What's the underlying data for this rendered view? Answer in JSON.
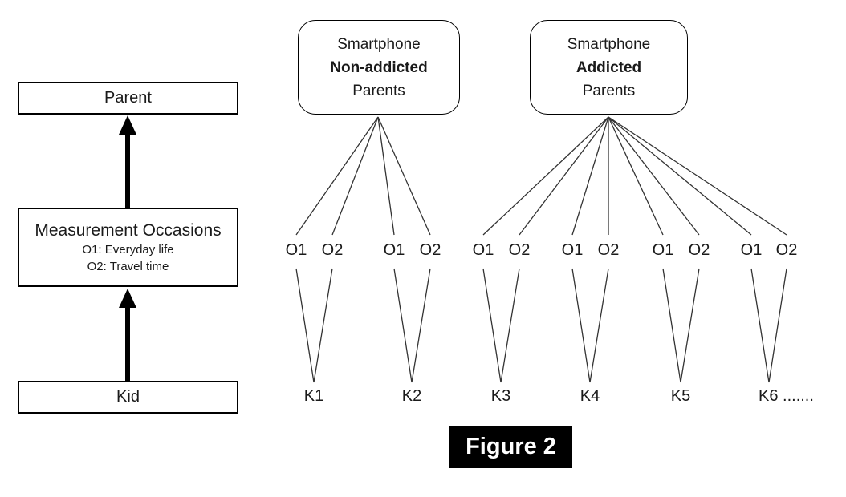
{
  "figure": {
    "caption": "Figure 2",
    "colors": {
      "line": "#333333",
      "arrow": "#000000",
      "text": "#1a1a1a",
      "caption_bg": "#000000",
      "caption_text": "#ffffff"
    }
  },
  "left_panel": {
    "parent_label": "Parent",
    "occasions_title": "Measurement Occasions",
    "occasion_definitions": [
      "O1: Everyday life",
      "O2: Travel time"
    ],
    "kid_label": "Kid"
  },
  "groups": [
    {
      "line1": "Smartphone",
      "line2": "Non-addicted",
      "line3": "Parents"
    },
    {
      "line1": "Smartphone",
      "line2": "Addicted",
      "line3": "Parents"
    }
  ],
  "occasion_labels": [
    "O1",
    "O2",
    "O1",
    "O2",
    "O1",
    "O2",
    "O1",
    "O2",
    "O1",
    "O2",
    "O1",
    "O2"
  ],
  "kid_labels": [
    "K1",
    "K2",
    "K3",
    "K4",
    "K5",
    "K6 ......."
  ]
}
